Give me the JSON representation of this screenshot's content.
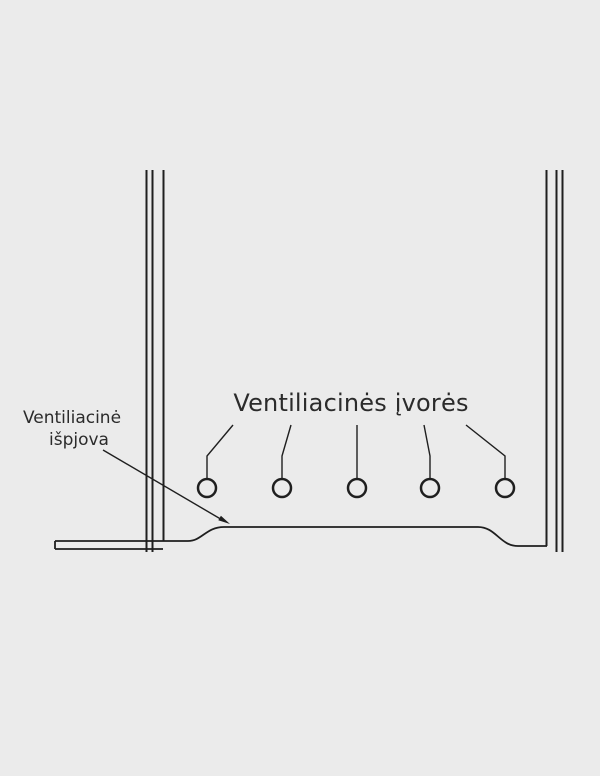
{
  "diagram": {
    "title_label": "Ventiliacinės įvorės",
    "cutout_label_line1": "Ventiliacinė",
    "cutout_label_line2": "išpjova",
    "sleeve_count": 5,
    "colors": {
      "background": "#ebebeb",
      "line": "#1f1f1f",
      "text": "#2b2b2b"
    }
  }
}
